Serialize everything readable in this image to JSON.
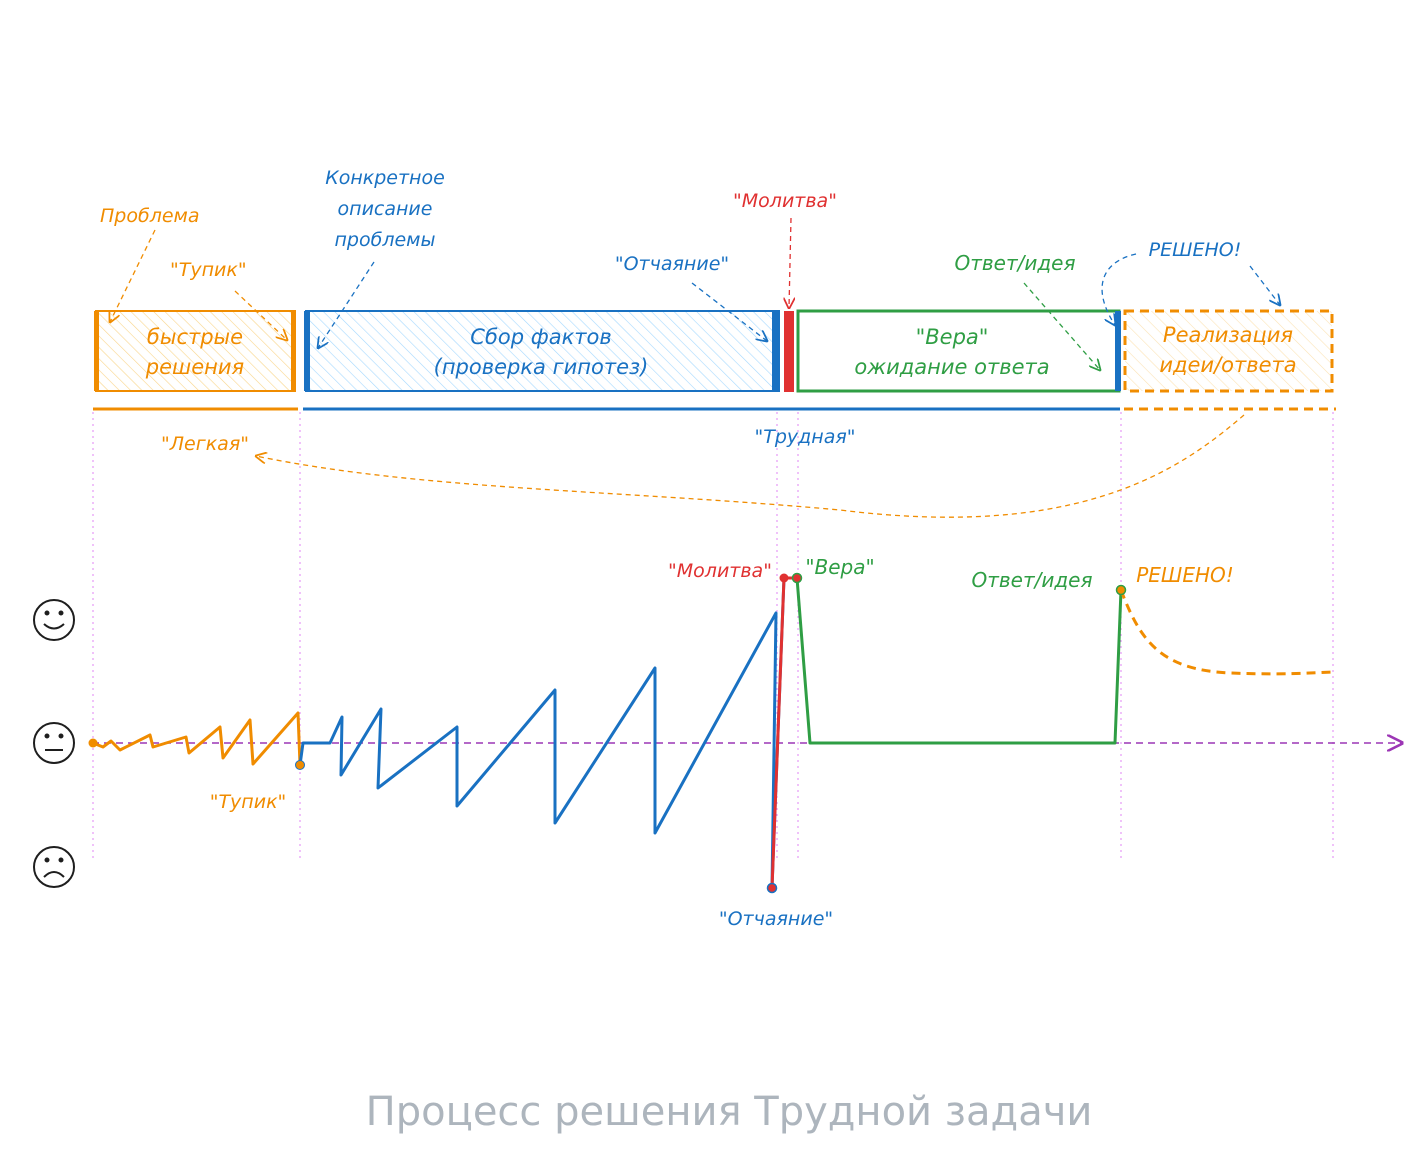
{
  "colors": {
    "orange": "#f08c00",
    "blue": "#1971c2",
    "red": "#e03131",
    "green": "#2f9e44",
    "purple": "#9c36b5",
    "grey": "#adb5bd",
    "pink": "#e599f7",
    "dark": "#1e1e1e"
  },
  "top_labels": {
    "problem": "Проблема",
    "deadend": "\"Тупик\"",
    "concrete_line1": "Конкретное",
    "concrete_line2": "описание",
    "concrete_line3": "проблемы",
    "prayer": "\"Молитва\"",
    "despair": "\"Отчаяние\"",
    "answer": "Ответ/идея",
    "solved": "РЕШЕНО!"
  },
  "phases": {
    "quick_line1": "быстрые",
    "quick_line2": "решения",
    "facts_line1": "Сбор фактов",
    "facts_line2": "(проверка гипотез)",
    "faith_line1": "\"Вера\"",
    "faith_line2": "ожидание ответа",
    "impl_line1": "Реализация",
    "impl_line2": "идеи/ответа"
  },
  "difficulty": {
    "easy": "\"Легкая\"",
    "hard": "\"Трудная\""
  },
  "mood_labels": {
    "prayer": "\"Молитва\"",
    "faith": "\"Вера\"",
    "answer": "Ответ/идея",
    "solved": "РЕШЕНО!",
    "deadend": "\"Тупик\"",
    "despair": "\"Отчаяние\""
  },
  "mood_icons": [
    "happy-face-icon",
    "neutral-face-icon",
    "sad-face-icon"
  ],
  "title": "Процесс решения Трудной задачи"
}
